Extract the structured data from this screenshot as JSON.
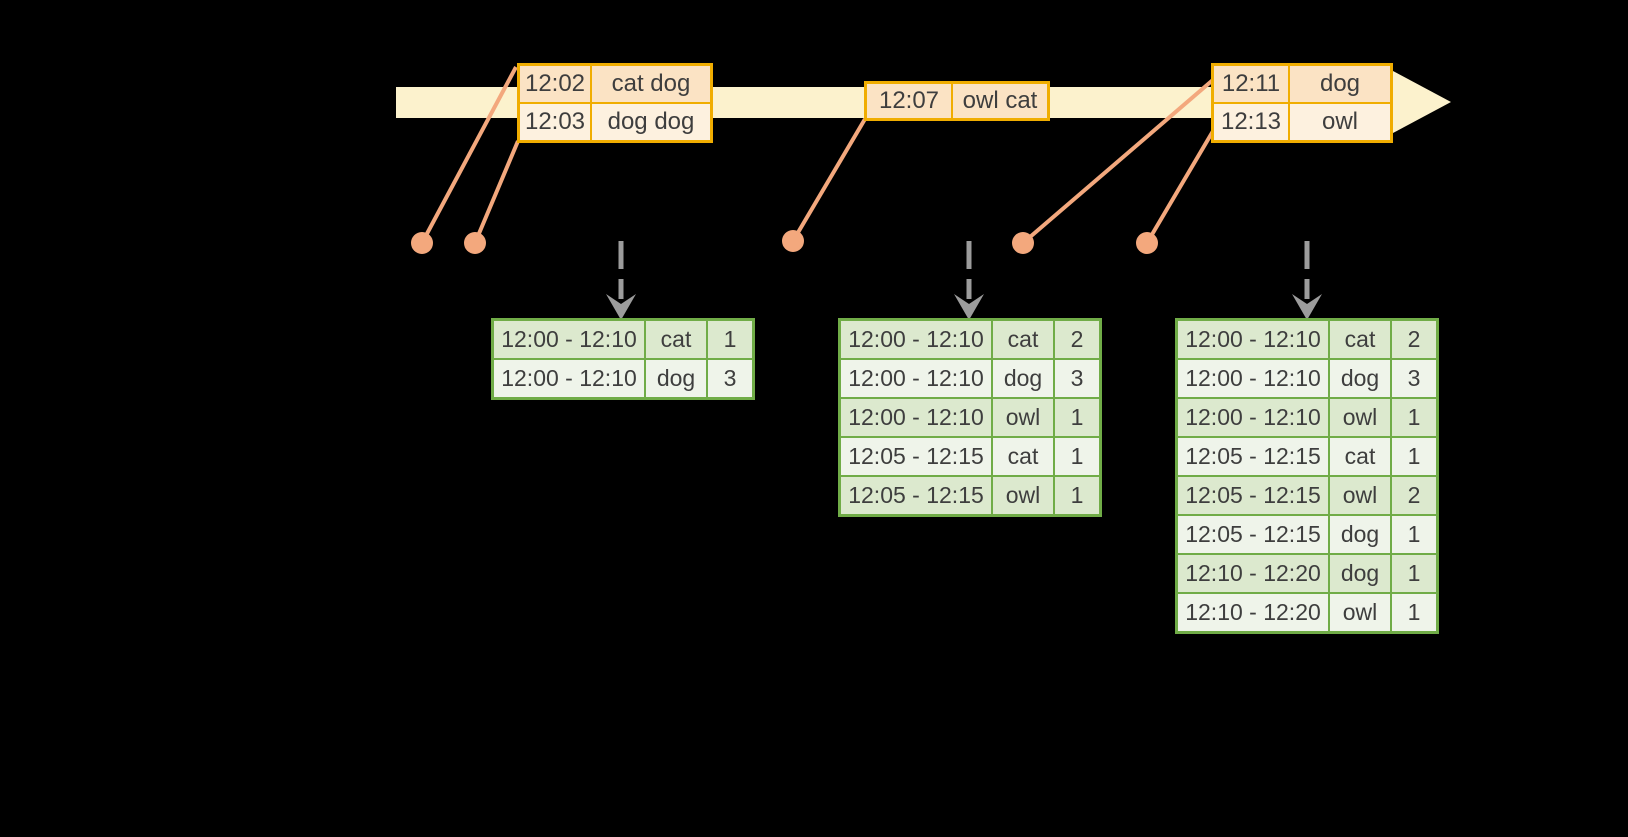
{
  "timeline": {
    "description": "event-time arrow",
    "events": [
      {
        "time": "12:02",
        "words": "cat dog"
      },
      {
        "time": "12:03",
        "words": "dog dog"
      },
      {
        "time": "12:07",
        "words": "owl cat"
      },
      {
        "time": "12:11",
        "words": "dog"
      },
      {
        "time": "12:13",
        "words": "owl"
      }
    ]
  },
  "event_tables": [
    {
      "rows": [
        [
          "12:02",
          "cat dog"
        ],
        [
          "12:03",
          "dog dog"
        ]
      ]
    },
    {
      "rows": [
        [
          "12:07",
          "owl cat"
        ]
      ]
    },
    {
      "rows": [
        [
          "12:11",
          "dog"
        ],
        [
          "12:13",
          "owl"
        ]
      ]
    }
  ],
  "result_tables": [
    {
      "rows": [
        [
          "12:00 - 12:10",
          "cat",
          "1"
        ],
        [
          "12:00 - 12:10",
          "dog",
          "3"
        ]
      ]
    },
    {
      "rows": [
        [
          "12:00 - 12:10",
          "cat",
          "2"
        ],
        [
          "12:00 - 12:10",
          "dog",
          "3"
        ],
        [
          "12:00 - 12:10",
          "owl",
          "1"
        ],
        [
          "12:05 - 12:15",
          "cat",
          "1"
        ],
        [
          "12:05 - 12:15",
          "owl",
          "1"
        ]
      ]
    },
    {
      "rows": [
        [
          "12:00 - 12:10",
          "cat",
          "2"
        ],
        [
          "12:00 - 12:10",
          "dog",
          "3"
        ],
        [
          "12:00 - 12:10",
          "owl",
          "1"
        ],
        [
          "12:05 - 12:15",
          "cat",
          "1"
        ],
        [
          "12:05 - 12:15",
          "owl",
          "2"
        ],
        [
          "12:05 - 12:15",
          "dog",
          "1"
        ],
        [
          "12:10 - 12:20",
          "dog",
          "1"
        ],
        [
          "12:10 - 12:20",
          "owl",
          "1"
        ]
      ]
    }
  ],
  "colors": {
    "background": "#000000",
    "timeline_fill": "#FCF2CD",
    "event_table_border": "#F0AD00",
    "event_row_fill_dark": "#FBE3C4",
    "event_row_fill_light": "#FDF1DF",
    "event_dot": "#F3A87D",
    "trigger_arrow": "#9C9C9C",
    "result_table_border": "#70AC47",
    "result_row_fill_dark": "#DCE9CE",
    "result_row_fill_light": "#EFF4EA",
    "text": "#3E3E3E"
  }
}
